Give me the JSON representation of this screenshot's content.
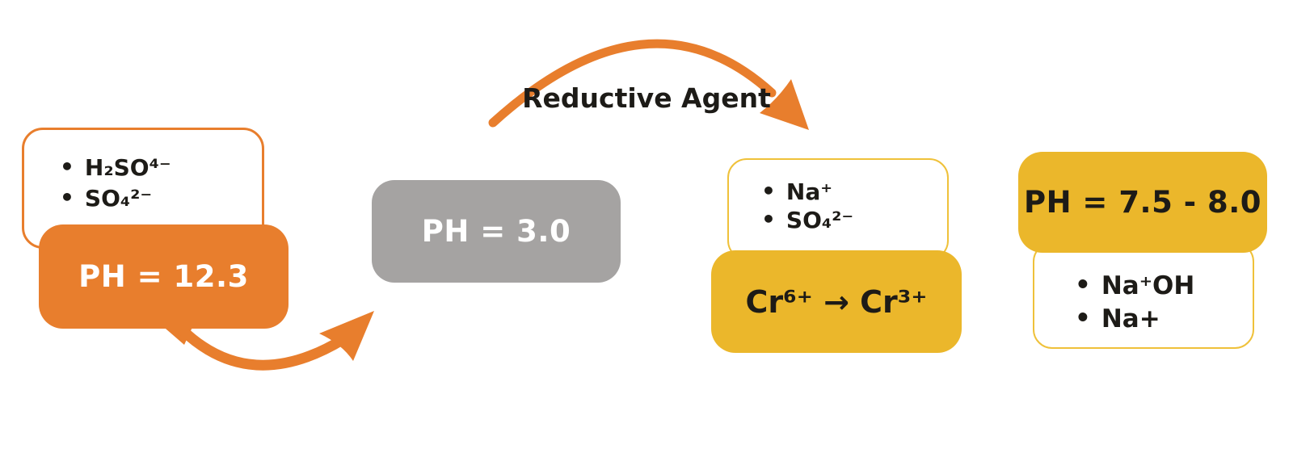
{
  "diagram": {
    "title_hint": "chromium wastewater pH treatment process",
    "bullet_char": "•",
    "colors": {
      "orange": "#E87E2D",
      "yellow": "#EBB72B",
      "yellow_border": "#EFC13A",
      "gray": "#A5A3A2",
      "text_dark": "#1D1B17",
      "text_white": "#FFFFFF"
    },
    "stage1": {
      "chemicals": [
        "H₂SO⁴⁻",
        "SO₄²⁻"
      ],
      "ph_label": "PH = 12.3"
    },
    "stage2": {
      "ph_label": "PH = 3.0"
    },
    "arrow_label": "Reductive Agent",
    "stage3": {
      "chemicals": [
        "Na⁺",
        "SO₄²⁻"
      ],
      "reaction_label": "Cr⁶⁺ →  Cr³⁺"
    },
    "stage4": {
      "ph_label": "PH = 7.5 - 8.0",
      "chemicals": [
        "Na⁺OH",
        "Na+"
      ]
    }
  }
}
